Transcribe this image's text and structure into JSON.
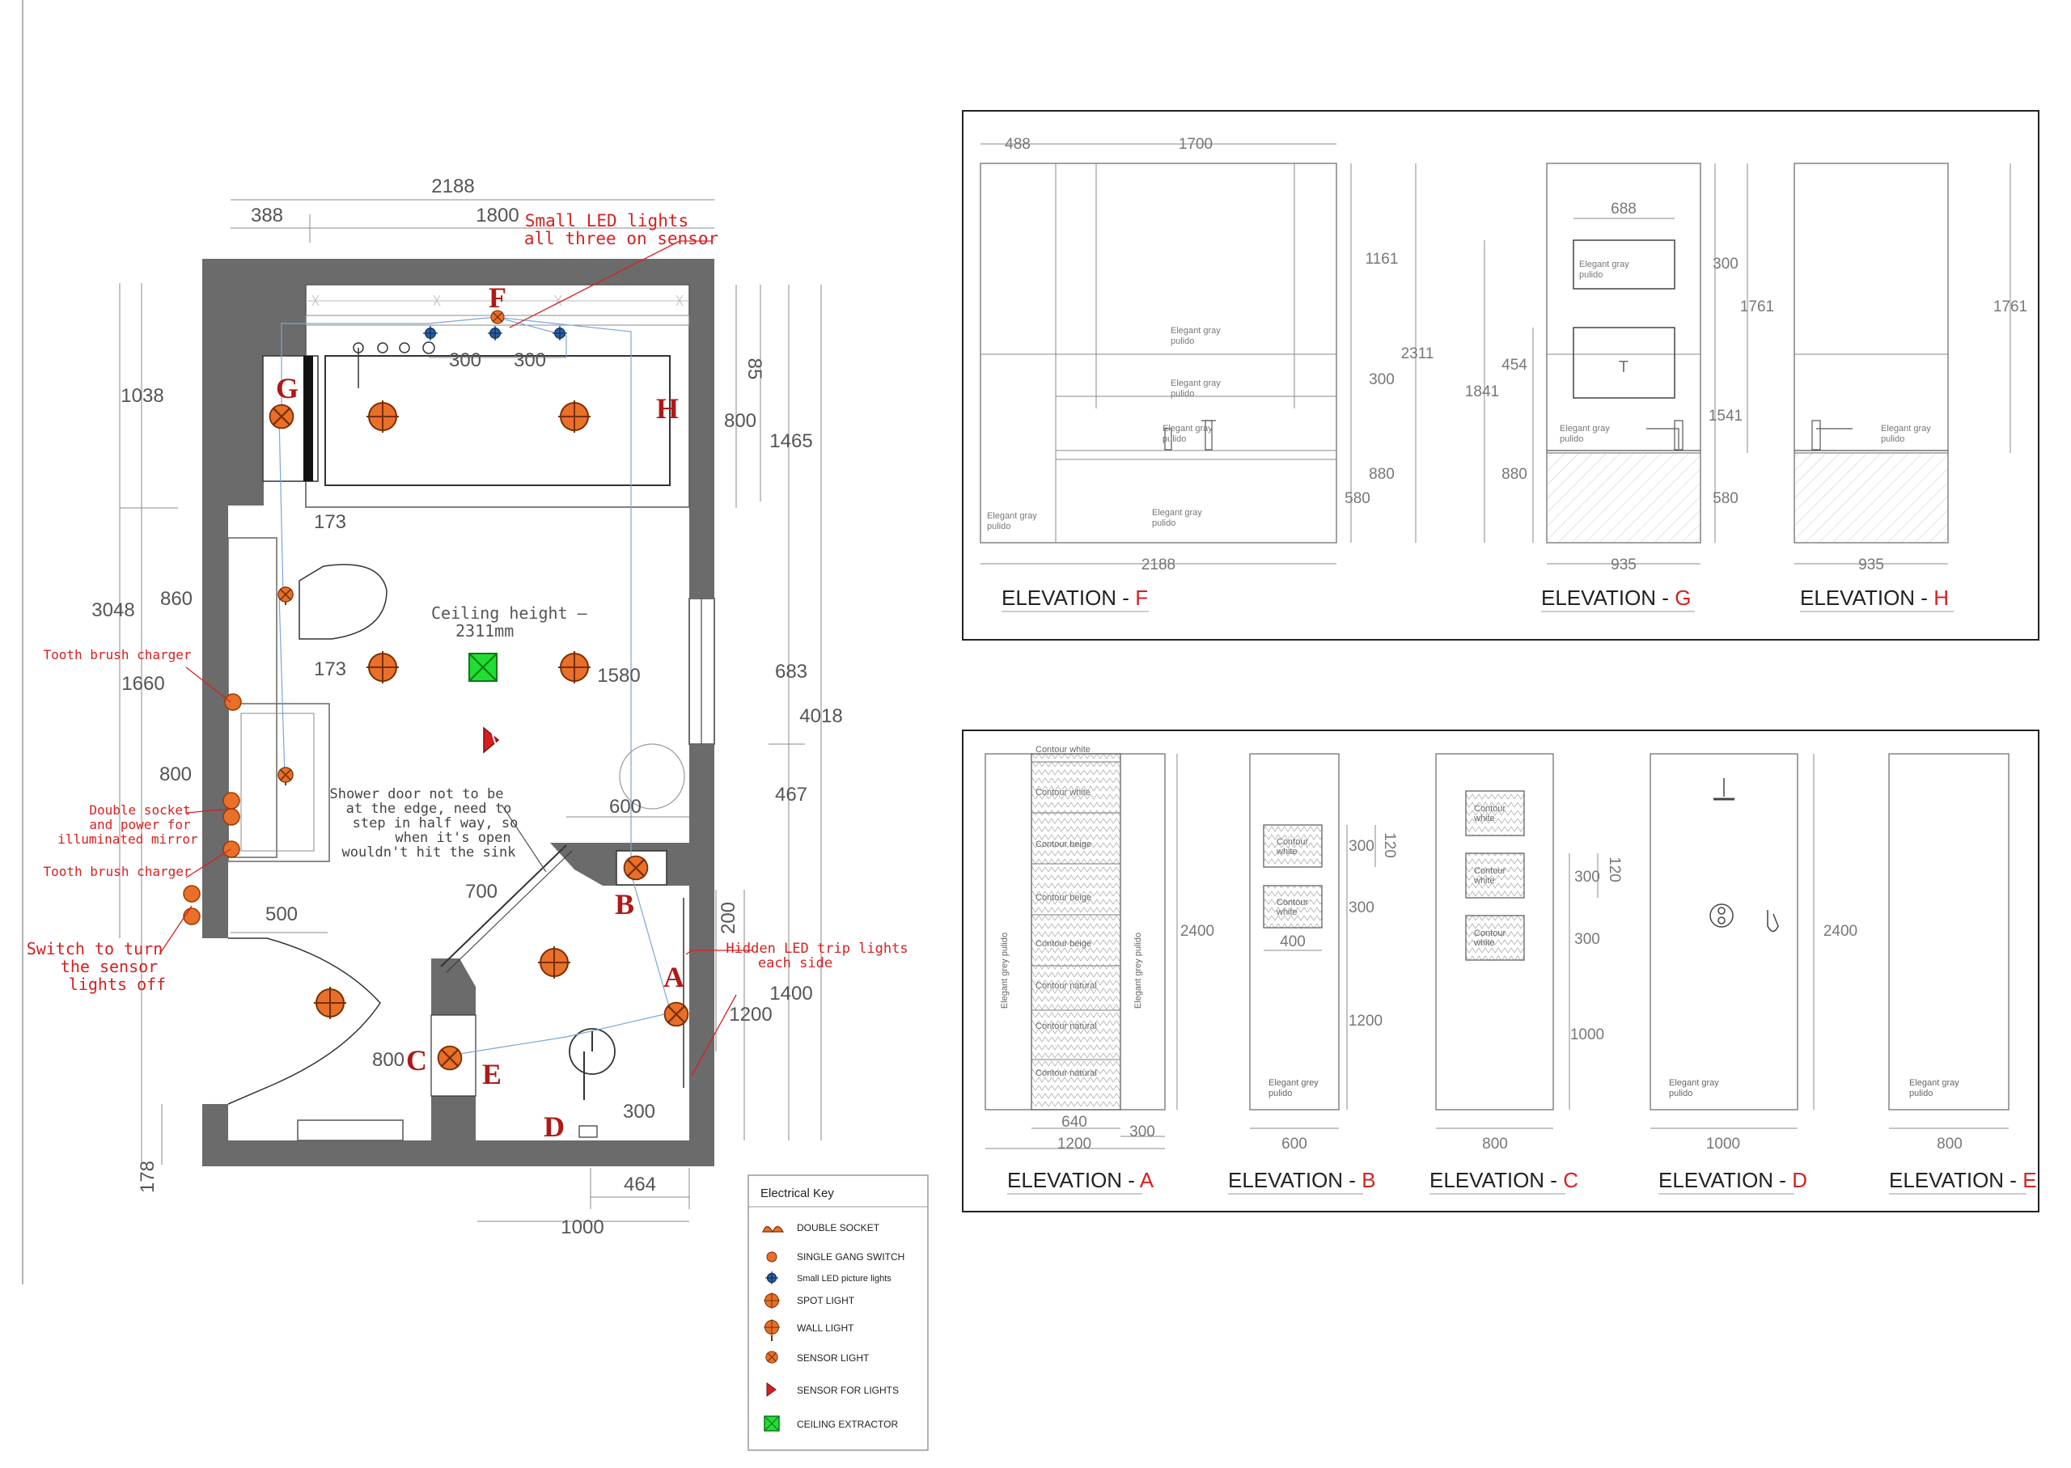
{
  "plan": {
    "dims": {
      "overall_width": "2188",
      "top_left": "388",
      "top_1800": "1800",
      "left_1038": "1038",
      "left_3048": "3048",
      "left_860": "860",
      "left_1660": "1660",
      "left_800": "800",
      "left_178": "178",
      "right_85": "85",
      "right_800": "800",
      "right_1465": "1465",
      "right_683": "683",
      "right_4018": "4018",
      "right_467": "467",
      "right_200": "200",
      "right_1400": "1400",
      "right_1200": "1200",
      "in_300a": "300",
      "in_300b": "300",
      "in_173a": "173",
      "in_173b": "173",
      "in_1580": "1580",
      "in_600": "600",
      "in_700": "700",
      "in_500": "500",
      "in_800c": "800",
      "in_300d": "300",
      "bottom_464": "464",
      "bottom_1000": "1000"
    },
    "ceiling_line1": "Ceiling height –",
    "ceiling_line2": "2311mm",
    "letters": {
      "F": "F",
      "G": "G",
      "H": "H",
      "A": "A",
      "B": "B",
      "C": "C",
      "D": "D",
      "E": "E"
    },
    "notes": {
      "small_led_1": "Small LED lights",
      "small_led_2": "all three on sensor",
      "tooth_1": "Tooth brush charger",
      "tooth_2": "Tooth brush charger",
      "double_1": "Double socket",
      "double_2": "and power for",
      "double_3": "illuminated mirror",
      "switch_1": "Switch to turn",
      "switch_2": "the sensor",
      "switch_3": "lights off",
      "hidden_1": "Hidden LED trip lights",
      "hidden_2": "each side",
      "shower_1": "Shower door not to be",
      "shower_2": "at the edge, need to",
      "shower_3": "step in half way, so",
      "shower_4": "when it's open",
      "shower_5": "wouldn't hit the sink"
    }
  },
  "key": {
    "title": "Electrical Key",
    "items": [
      {
        "label": "DOUBLE SOCKET",
        "icon": "double-socket-icon"
      },
      {
        "label": "SINGLE GANG SWITCH",
        "icon": "switch-icon"
      },
      {
        "label": "Small LED picture lights",
        "icon": "led-picture-light-icon"
      },
      {
        "label": "SPOT LIGHT",
        "icon": "spot-light-icon"
      },
      {
        "label": "WALL LIGHT",
        "icon": "wall-light-icon"
      },
      {
        "label": "SENSOR LIGHT",
        "icon": "sensor-light-icon"
      },
      {
        "label": "SENSOR FOR LIGHTS",
        "icon": "sensor-icon"
      },
      {
        "label": "CEILING EXTRACTOR",
        "icon": "extractor-icon"
      }
    ]
  },
  "elev_top": {
    "F": {
      "title_prefix": "ELEVATION - ",
      "title_letter": "F",
      "d488": "488",
      "d1700": "1700",
      "d1161": "1161",
      "d300": "300",
      "d880": "880",
      "d2311": "2311",
      "d580": "580",
      "d2188": "2188",
      "m1": "Elegant gray",
      "m1b": "pulido",
      "m2": "Elegant gray",
      "m2b": "pulido",
      "m3": "Elegant gray",
      "m3b": "pulido",
      "m4": "Elegant gray",
      "m4b": "pulido",
      "m5": "Elegant gray",
      "m5b": "pulido"
    },
    "G": {
      "title_prefix": "ELEVATION - ",
      "title_letter": "G",
      "d688": "688",
      "d300": "300",
      "d1761": "1761",
      "d454": "454",
      "d1841": "1841",
      "d1541": "1541",
      "d880": "880",
      "d580": "580",
      "d935": "935",
      "mirror_letter": "T",
      "m1": "Elegant gray",
      "m1b": "pulido",
      "m2": "Elegant gray",
      "m2b": "pulido"
    },
    "H": {
      "title_prefix": "ELEVATION - ",
      "title_letter": "H",
      "d1761": "1761",
      "d935": "935",
      "m1": "Elegant gray",
      "m1b": "pulido"
    }
  },
  "elev_bottom": {
    "A": {
      "title_prefix": "ELEVATION - ",
      "title_letter": "A",
      "tiles": [
        "Contour white",
        "Contour white",
        "Contour beige",
        "Contour beige",
        "Contour beige",
        "Contour natural",
        "Contour natural",
        "Contour natural"
      ],
      "side_left": "Elegant grey pulido",
      "side_right": "Elegant grey pulido",
      "d2400": "2400",
      "d640": "640",
      "d1200": "1200",
      "d300": "300"
    },
    "B": {
      "title_prefix": "ELEVATION - ",
      "title_letter": "B",
      "tile1a": "Contour",
      "tile1b": "white",
      "tile2a": "Contour",
      "tile2b": "white",
      "d300a": "300",
      "d120": "120",
      "d300b": "300",
      "d400": "400",
      "d1200": "1200",
      "d600": "600",
      "m1": "Elegant grey",
      "m1b": "pulido"
    },
    "C": {
      "title_prefix": "ELEVATION - ",
      "title_letter": "C",
      "tile1a": "Contour",
      "tile1b": "white",
      "tile2a": "Contour",
      "tile2b": "white",
      "tile3a": "Contour",
      "tile3b": "white",
      "d300a": "300",
      "d120": "120",
      "d300b": "300",
      "d1000": "1000",
      "d800": "800"
    },
    "D": {
      "title_prefix": "ELEVATION - ",
      "title_letter": "D",
      "d2400": "2400",
      "d1000": "1000",
      "m1": "Elegant gray",
      "m1b": "pulido"
    },
    "E": {
      "title_prefix": "ELEVATION - ",
      "title_letter": "E",
      "d800": "800",
      "m1": "Elegant gray",
      "m1b": "pulido"
    }
  },
  "colors": {
    "wall": "#6b6b6b",
    "red": "#d62020",
    "orange": "#e8702a",
    "blue": "#2a5fa8",
    "green": "#22dd33"
  }
}
